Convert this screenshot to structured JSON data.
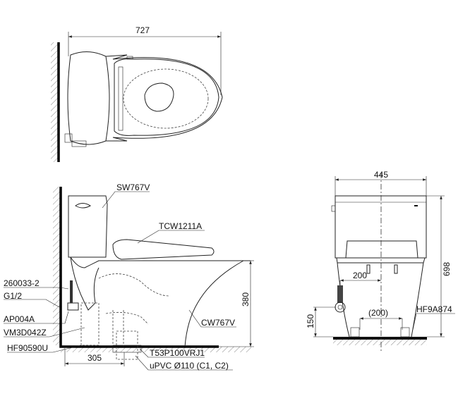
{
  "top_view": {
    "width_dim": "727"
  },
  "side_view": {
    "labels": {
      "tank": "SW767V",
      "seat": "TCW1211A",
      "bolt": "260033-2",
      "thread": "G1/2",
      "valve": "AP004A",
      "hose": "VM3D042Z",
      "flange": "HF90590U",
      "bowl": "CW767V",
      "trap": "T53P100VRJ1",
      "pipe": "uPVC Ø110 (C1, C2)"
    },
    "dims": {
      "rough_in": "305",
      "height": "380"
    }
  },
  "front_view": {
    "labels": {
      "fix": "HF9A874"
    },
    "dims": {
      "width": "445",
      "height": "698",
      "offset": "200",
      "bolt_spacing": "(200)",
      "inlet_height": "150"
    }
  }
}
